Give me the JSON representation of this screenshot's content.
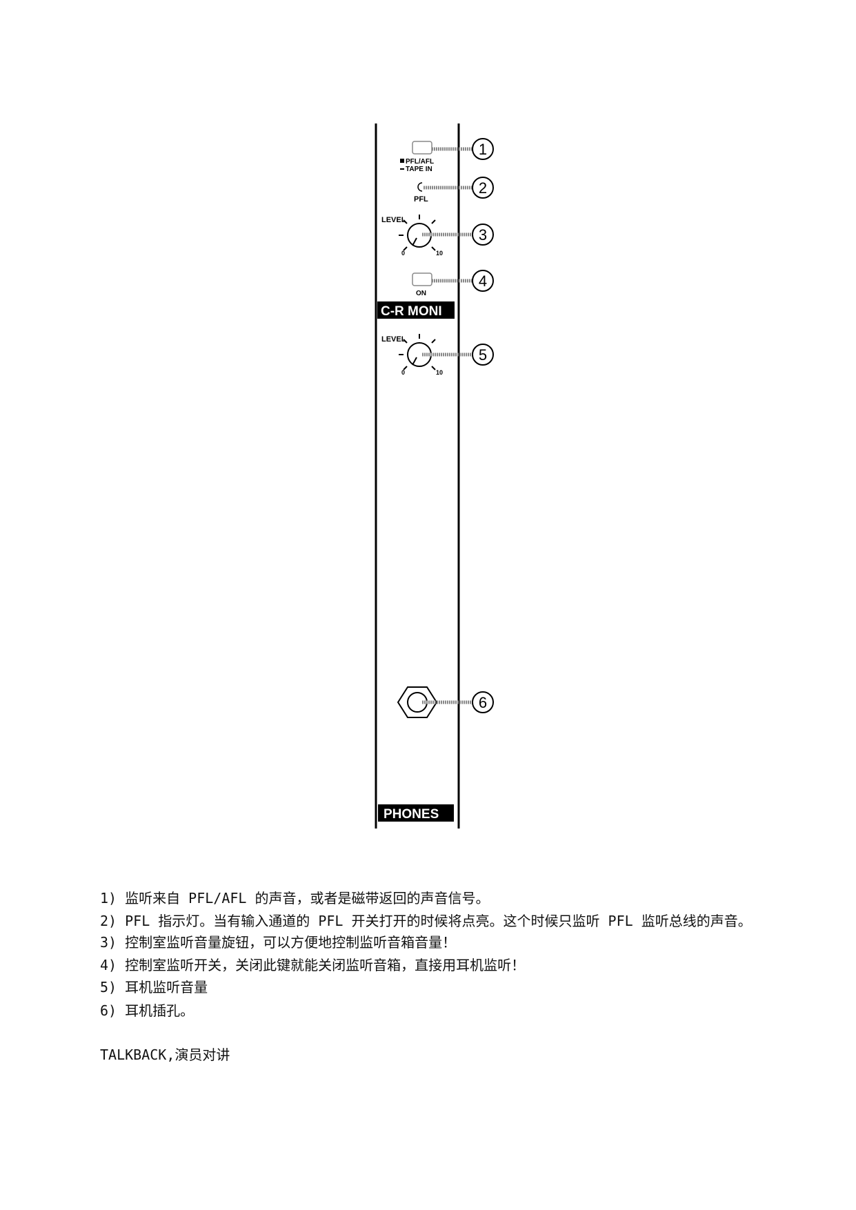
{
  "diagram": {
    "labels": {
      "pfl_afl": "PFL/AFL",
      "tape_in": "TAPE IN",
      "pfl": "PFL",
      "level1": "LEVEL",
      "zero1": "0",
      "ten1": "10",
      "on": "ON",
      "section": "C-R MONI",
      "level2": "LEVEL",
      "zero2": "0",
      "ten2": "10",
      "phones": "PHONES"
    },
    "callouts": [
      "1",
      "2",
      "3",
      "4",
      "5",
      "6"
    ]
  },
  "items": [
    "1) 监听来自 PFL/AFL 的声音，或者是磁带返回的声音信号。",
    "2) PFL 指示灯。当有输入通道的 PFL 开关打开的时候将点亮。这个时候只监听 PFL 监听总线的声音。",
    "3) 控制室监听音量旋钮，可以方便地控制监听音箱音量！",
    "4) 控制室监听开关，关闭此键就能关闭监听音箱，直接用耳机监听！",
    "5) 耳机监听音量",
    "6) 耳机插孔。"
  ],
  "footer": "TALKBACK,演员对讲"
}
